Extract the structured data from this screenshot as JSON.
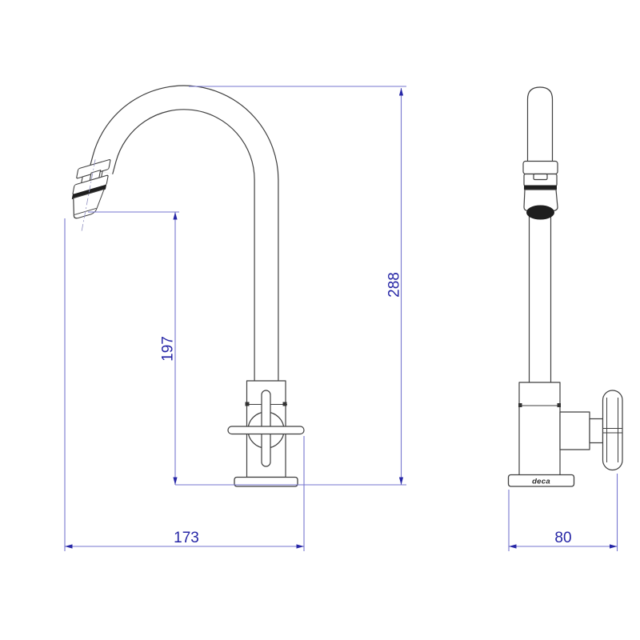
{
  "drawing": {
    "brand_label": "deca",
    "dimensions": {
      "total_height": "288",
      "spout_outlet_height": "197",
      "spout_reach": "173",
      "base_depth": "80"
    },
    "colors": {
      "outline": "#3f3f3f",
      "dark_detail": "#1e1e1e",
      "dimension_line": "#7676cf",
      "dimension_text": "#2626a6",
      "brand_text": "#2b2b2b",
      "background": "#ffffff"
    }
  }
}
